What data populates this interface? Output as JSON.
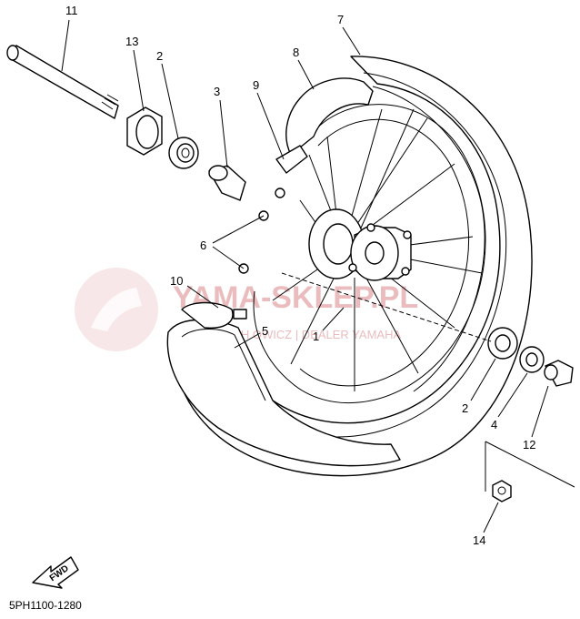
{
  "callouts": {
    "c11": "11",
    "c13": "13",
    "c2a": "2",
    "c3": "3",
    "c9": "9",
    "c8": "8",
    "c7": "7",
    "c6": "6",
    "c10": "10",
    "c5": "5",
    "c1": "1",
    "c2b": "2",
    "c4": "4",
    "c12": "12",
    "c14": "14"
  },
  "watermark": {
    "brand": "YAMA-SKLEP.PL",
    "subtitle": "WOJTECH OWICZ | DEALER YAMAHA",
    "color": "#d9868a"
  },
  "fwd_label": "FWD",
  "diagram_code": "5PH1100-1280"
}
